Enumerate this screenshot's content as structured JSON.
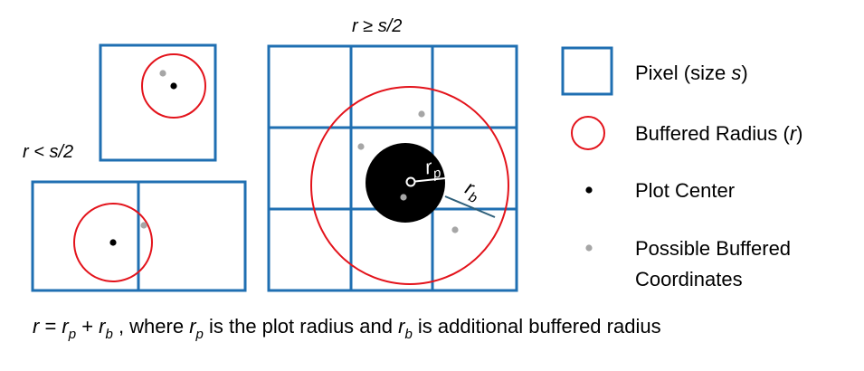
{
  "captions": {
    "large_case": "r ≥ s/2",
    "small_case": "r < s/2"
  },
  "legend": {
    "pixel": {
      "text": "Pixel (size ",
      "var": "s",
      "close": ")"
    },
    "buffered_radius": {
      "text": "Buffered Radius (",
      "var": "r",
      "close": ")"
    },
    "plot_center": "Plot Center",
    "possible_line1": "Possible Buffered",
    "possible_line2": "Coordinates"
  },
  "labels": {
    "rp_main": "r",
    "rp_sub": "p",
    "rb_main": "r",
    "rb_sub": "b"
  },
  "formula": {
    "r": "r",
    "eq": " = ",
    "rp": "r",
    "rp_sub": "p",
    "plus": " + ",
    "rb": "r",
    "rb_sub": "b",
    "where": " , where ",
    "rp2": "r",
    "rp2_sub": "p",
    "mid": " is the plot radius and ",
    "rb2": "r",
    "rb2_sub": "b",
    "end": " is additional buffered radius"
  },
  "colors": {
    "pixel_blue": "#1f6fb2",
    "radius_red": "#e3131b",
    "gray_point": "#a6a6a6",
    "black": "#000000",
    "rb_line": "#2e5f7a"
  }
}
